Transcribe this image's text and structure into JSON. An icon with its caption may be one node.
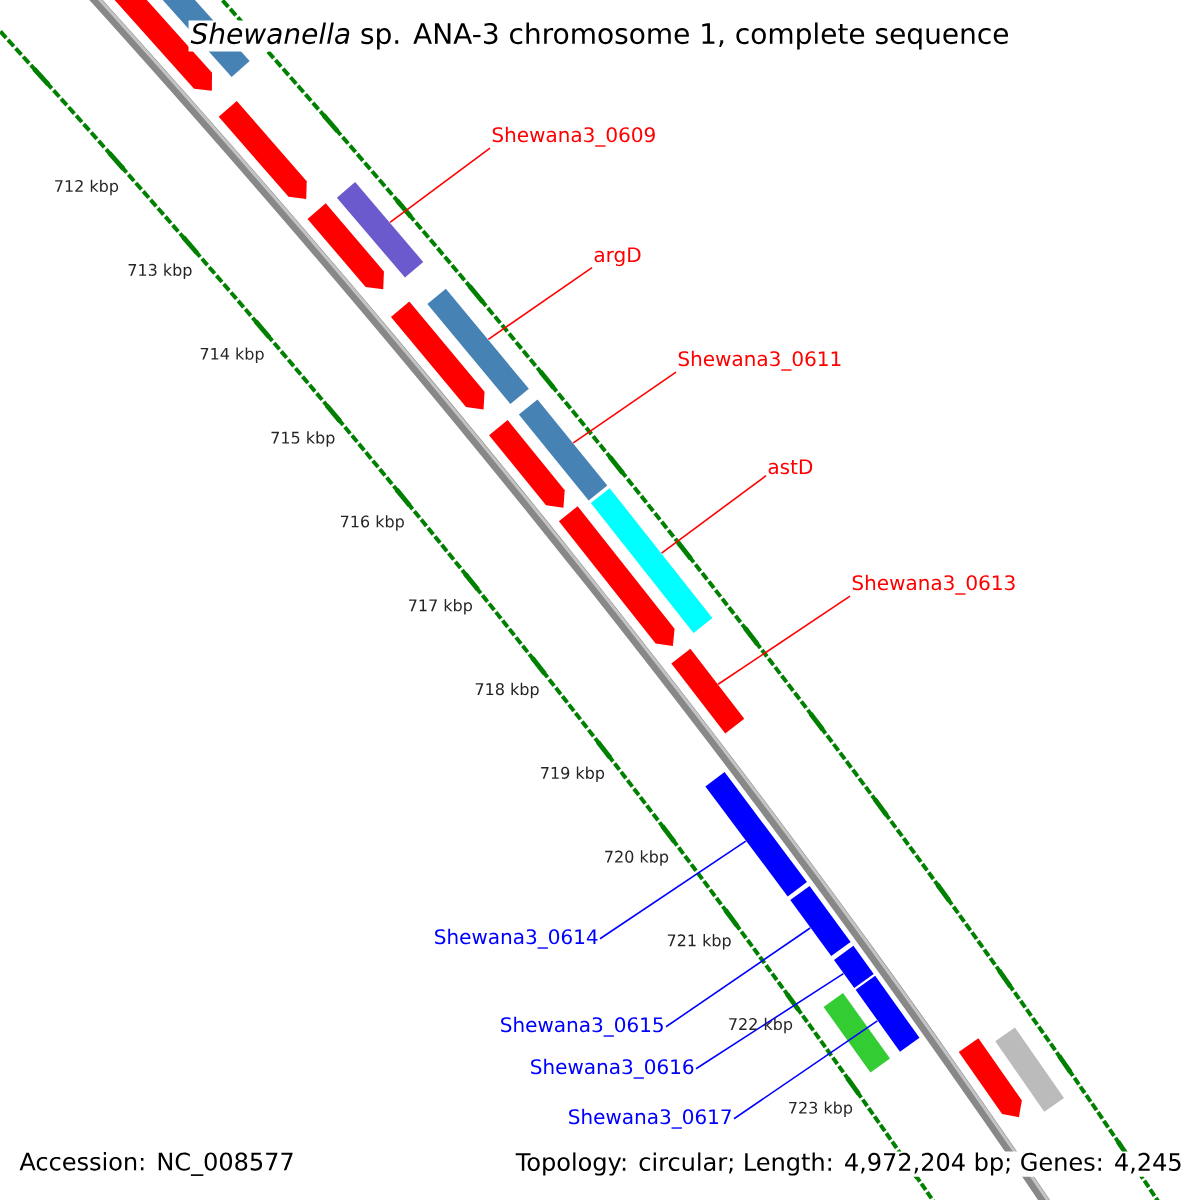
{
  "diagram": {
    "title": "*Shewanella* sp. ANA-3 chromosome 1, complete sequence",
    "nodes": [
      {
        "text": [
          "Shewana3_0609"
        ]
      },
      {
        "text": [
          "argD"
        ]
      },
      {
        "text": [
          "Shewana3_0611"
        ]
      },
      {
        "text": [
          "astD"
        ]
      },
      {
        "text": [
          "Shewana3_0613"
        ]
      },
      {
        "text": [
          "Shewana3_0614"
        ]
      },
      {
        "text": [
          "Shewana3_0615"
        ]
      },
      {
        "text": [
          "Shewana3_0616"
        ]
      },
      {
        "text": [
          "Shewana3_0617"
        ]
      },
      {
        "text": [],
        "shape": "bar"
      },
      {
        "text": [],
        "shape": "bar"
      },
      {
        "text": [],
        "shape": "bar"
      },
      {
        "text": [],
        "shape": "bar"
      },
      {
        "text": [],
        "shape": "bar"
      },
      {
        "text": [],
        "shape": "bar"
      },
      {
        "text": [],
        "shape": "bar"
      },
      {
        "text": [],
        "shape": "bar"
      },
      {
        "text": [],
        "shape": "bar"
      }
    ],
    "edges": [
      {
        "from": 0,
        "to": 9,
        "arrow": "none"
      },
      {
        "from": 1,
        "to": 10,
        "arrow": "none"
      },
      {
        "from": 2,
        "to": 11,
        "arrow": "none"
      },
      {
        "from": 3,
        "to": 12,
        "arrow": "none"
      },
      {
        "from": 4,
        "to": 13,
        "arrow": "none"
      },
      {
        "from": 5,
        "to": 14,
        "arrow": "none",
        "color": "#0000ff"
      },
      {
        "from": 6,
        "to": 15,
        "arrow": "none",
        "color": "#0000ff"
      },
      {
        "from": 7,
        "to": 16,
        "arrow": "none",
        "color": "#0000ff"
      },
      {
        "from": 8,
        "to": 17,
        "arrow": "none",
        "color": "#0000ff"
      }
    ],
    "labels": [
      "712 kbp",
      "713 kbp",
      "714 kbp",
      "715 kbp",
      "716 kbp",
      "717 kbp",
      "718 kbp",
      "719 kbp",
      "720 kbp",
      "721 kbp",
      "722 kbp",
      "723 kbp",
      "Accession: NC_008577",
      "Topology: circular; Length: 4,972,204 bp; Genes: 4,245"
    ]
  }
}
